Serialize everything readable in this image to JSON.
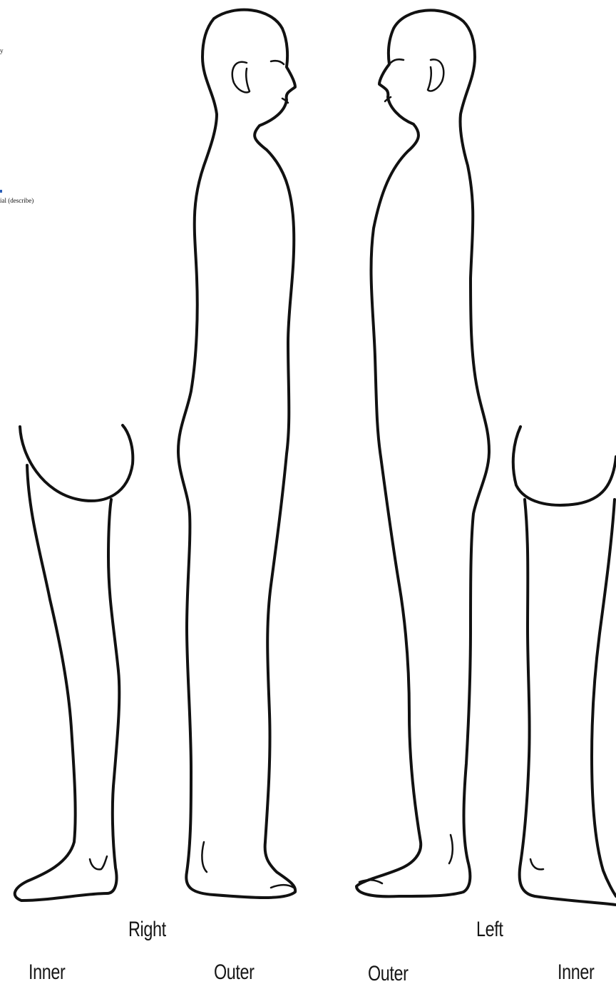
{
  "figure": {
    "side_labels": {
      "right": "Right",
      "left": "Left"
    },
    "view_labels": {
      "inner_right": "Inner",
      "outer_right": "Outer",
      "outer_left": "Outer",
      "inner_left": "Inner"
    },
    "cut_off_text": {
      "fragment_1": "y",
      "fragment_2": "ial (describe)"
    },
    "colors": {
      "line": "#111111",
      "background": "#ffffff",
      "marker": "#2b5fb8"
    }
  }
}
